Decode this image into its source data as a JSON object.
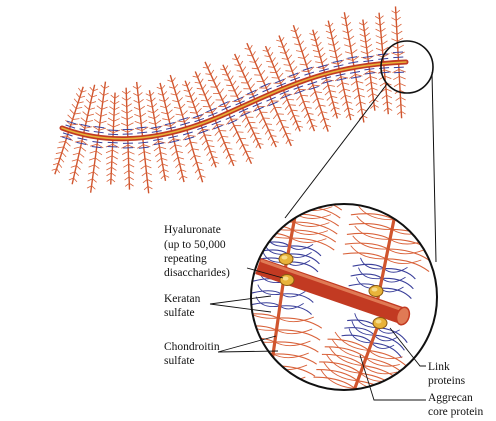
{
  "labels": {
    "hyaluronate": [
      "Hyaluronate",
      "(up to 50,000",
      "repeating",
      "disaccharides)"
    ],
    "keratan": [
      "Keratan",
      "sulfate"
    ],
    "chondroitin": [
      "Chondroitin",
      "sulfate"
    ],
    "link": [
      "Link",
      "proteins"
    ],
    "aggrecan": [
      "Aggrecan",
      "core protein"
    ]
  },
  "colors": {
    "hyaluronate": "#c23a22",
    "hyaluronate_highlight": "#e07a55",
    "core_protein": "#d0552e",
    "keratan_sulfate": "#3a3f9a",
    "chondroitin_sulfate": "#d9623a",
    "link_protein": "#e8b33a",
    "outline": "#111111"
  }
}
